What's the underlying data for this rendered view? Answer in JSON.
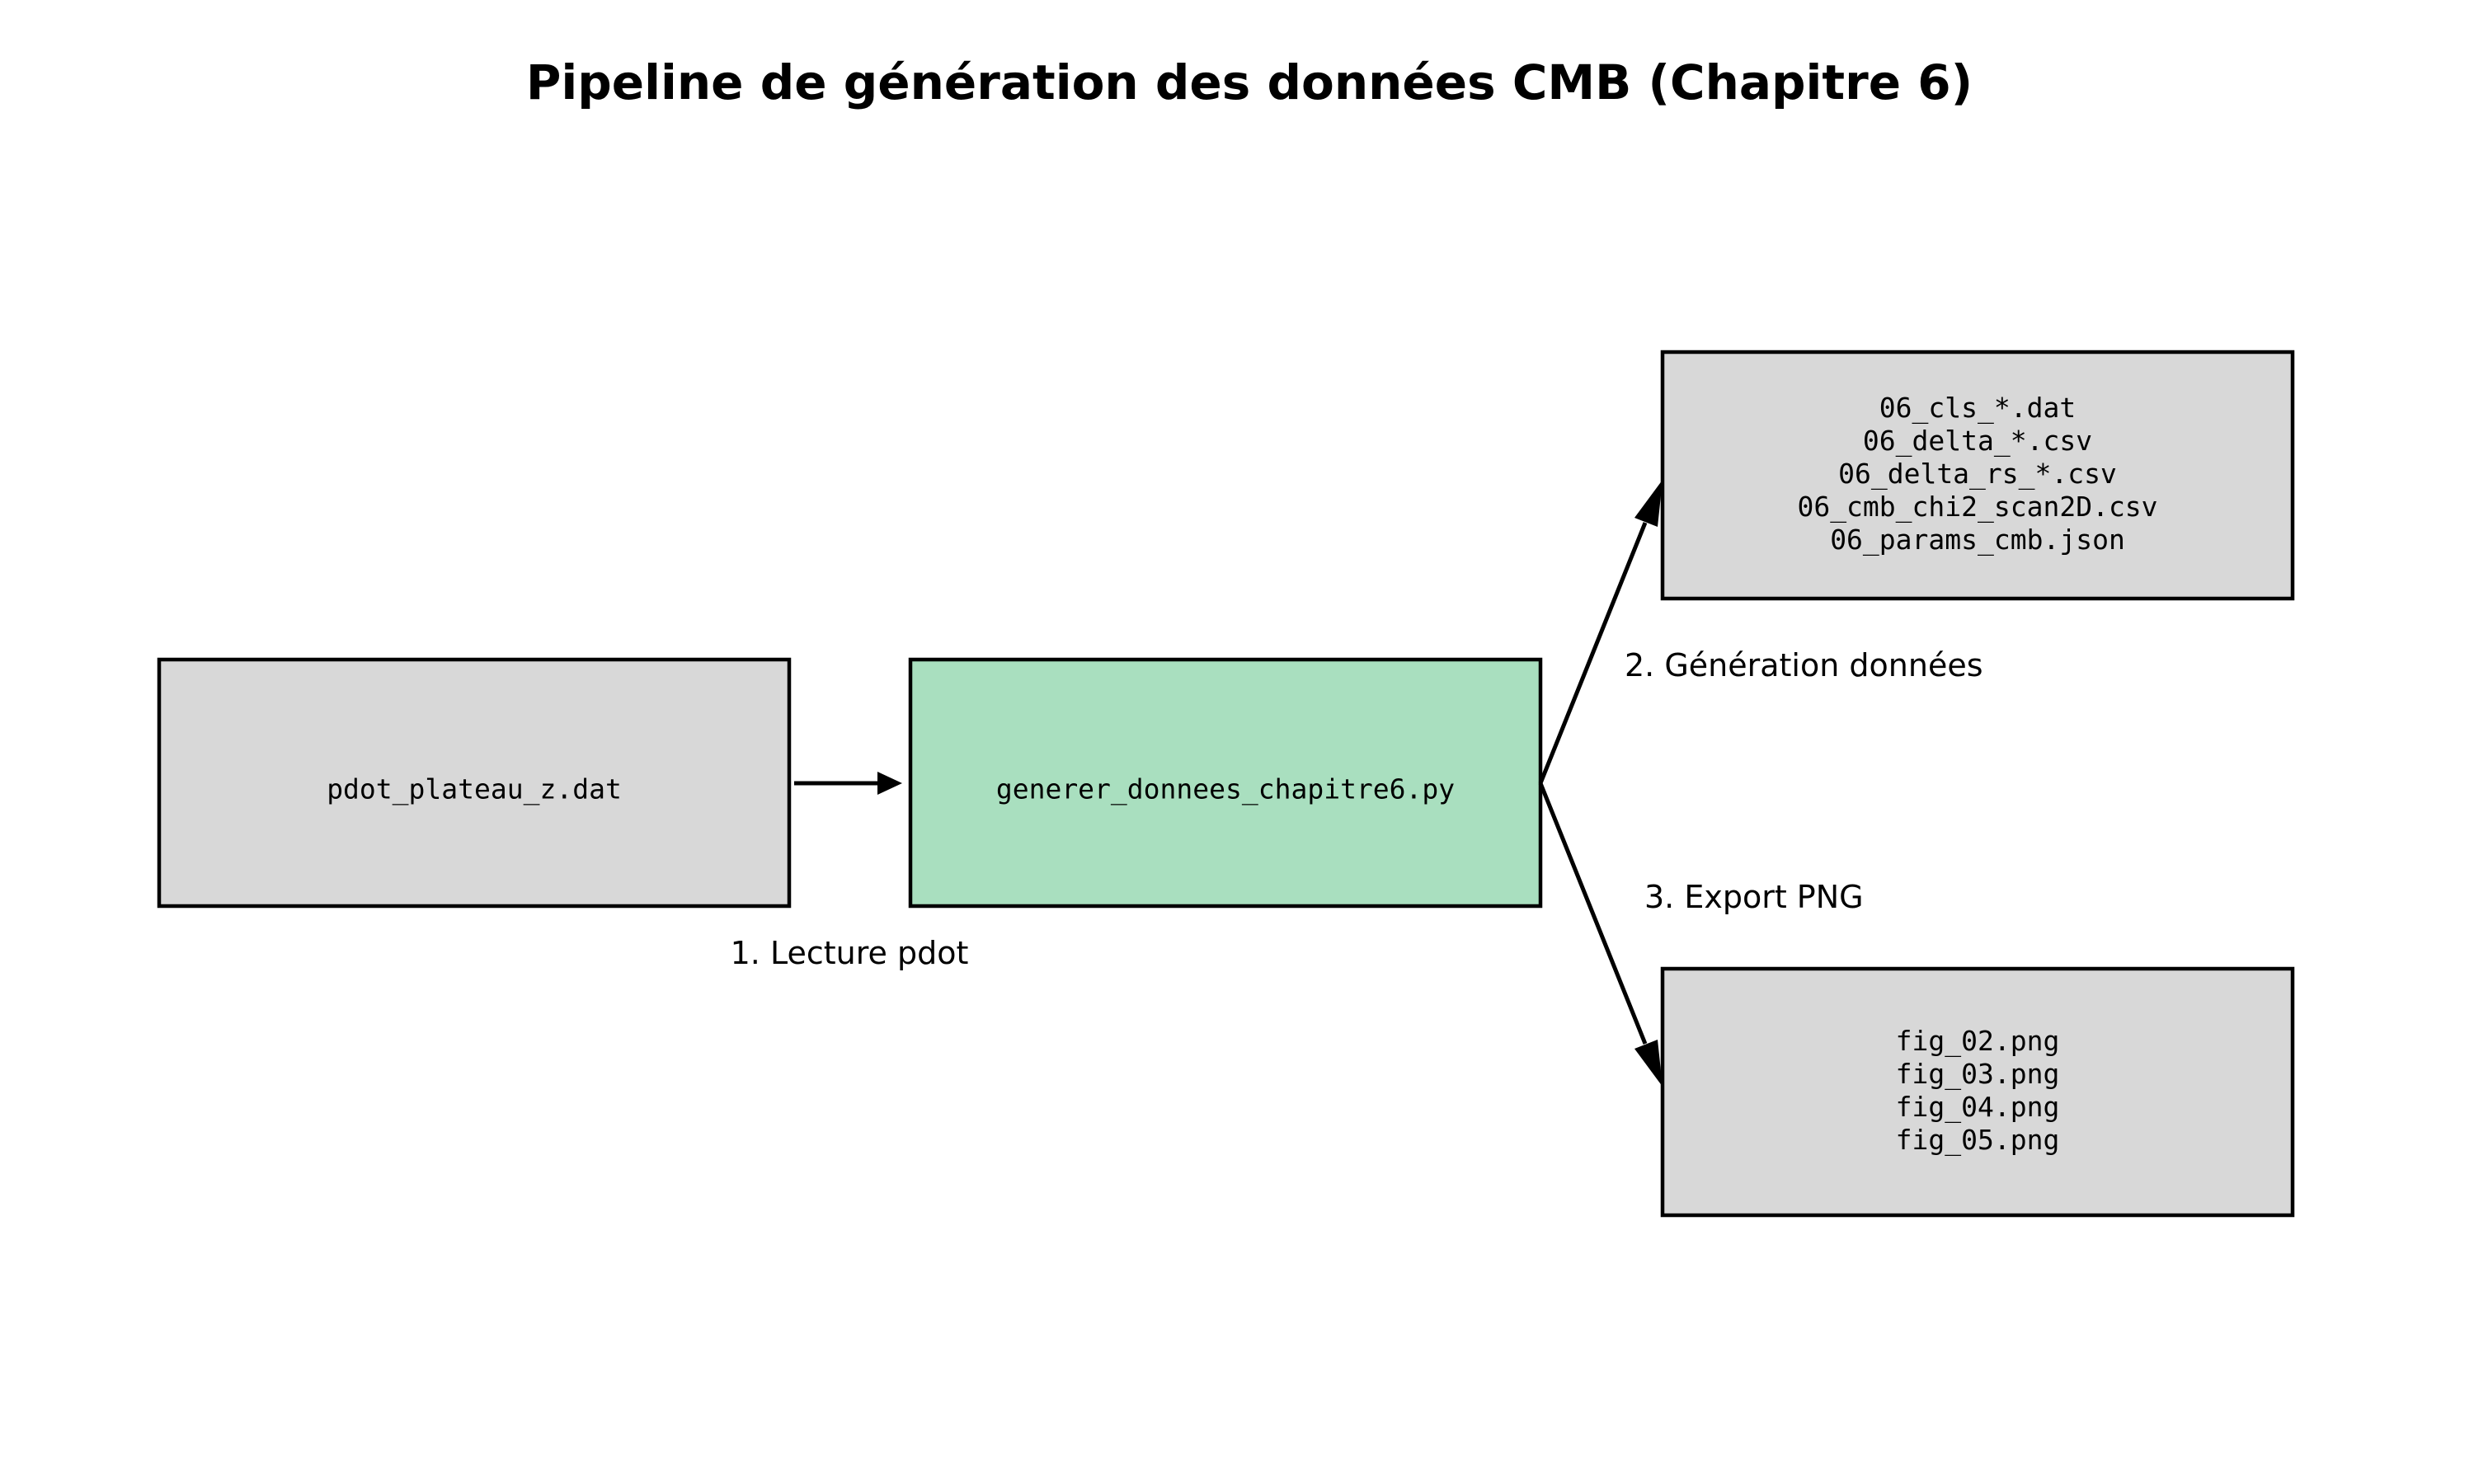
{
  "title": "Pipeline de génération des données CMB (Chapitre 6)",
  "nodes": {
    "input": {
      "label": "pdot_plateau_z.dat",
      "color": "#d8d8d8"
    },
    "script": {
      "label": "generer_donnees_chapitre6.py",
      "color": "#a9dfbf"
    },
    "data_outputs": {
      "lines": [
        "06_cls_*.dat",
        "06_delta_*.csv",
        "06_delta_rs_*.csv",
        "06_cmb_chi2_scan2D.csv",
        "06_params_cmb.json"
      ],
      "color": "#d8d8d8"
    },
    "figure_outputs": {
      "lines": [
        "fig_02.png",
        "fig_03.png",
        "fig_04.png",
        "fig_05.png"
      ],
      "color": "#d8d8d8"
    }
  },
  "edges": [
    {
      "from": "input",
      "to": "script",
      "label": "1. Lecture pdot"
    },
    {
      "from": "script",
      "to": "data_outputs",
      "label": "2. Génération données"
    },
    {
      "from": "script",
      "to": "figure_outputs",
      "label": "3. Export PNG"
    }
  ]
}
